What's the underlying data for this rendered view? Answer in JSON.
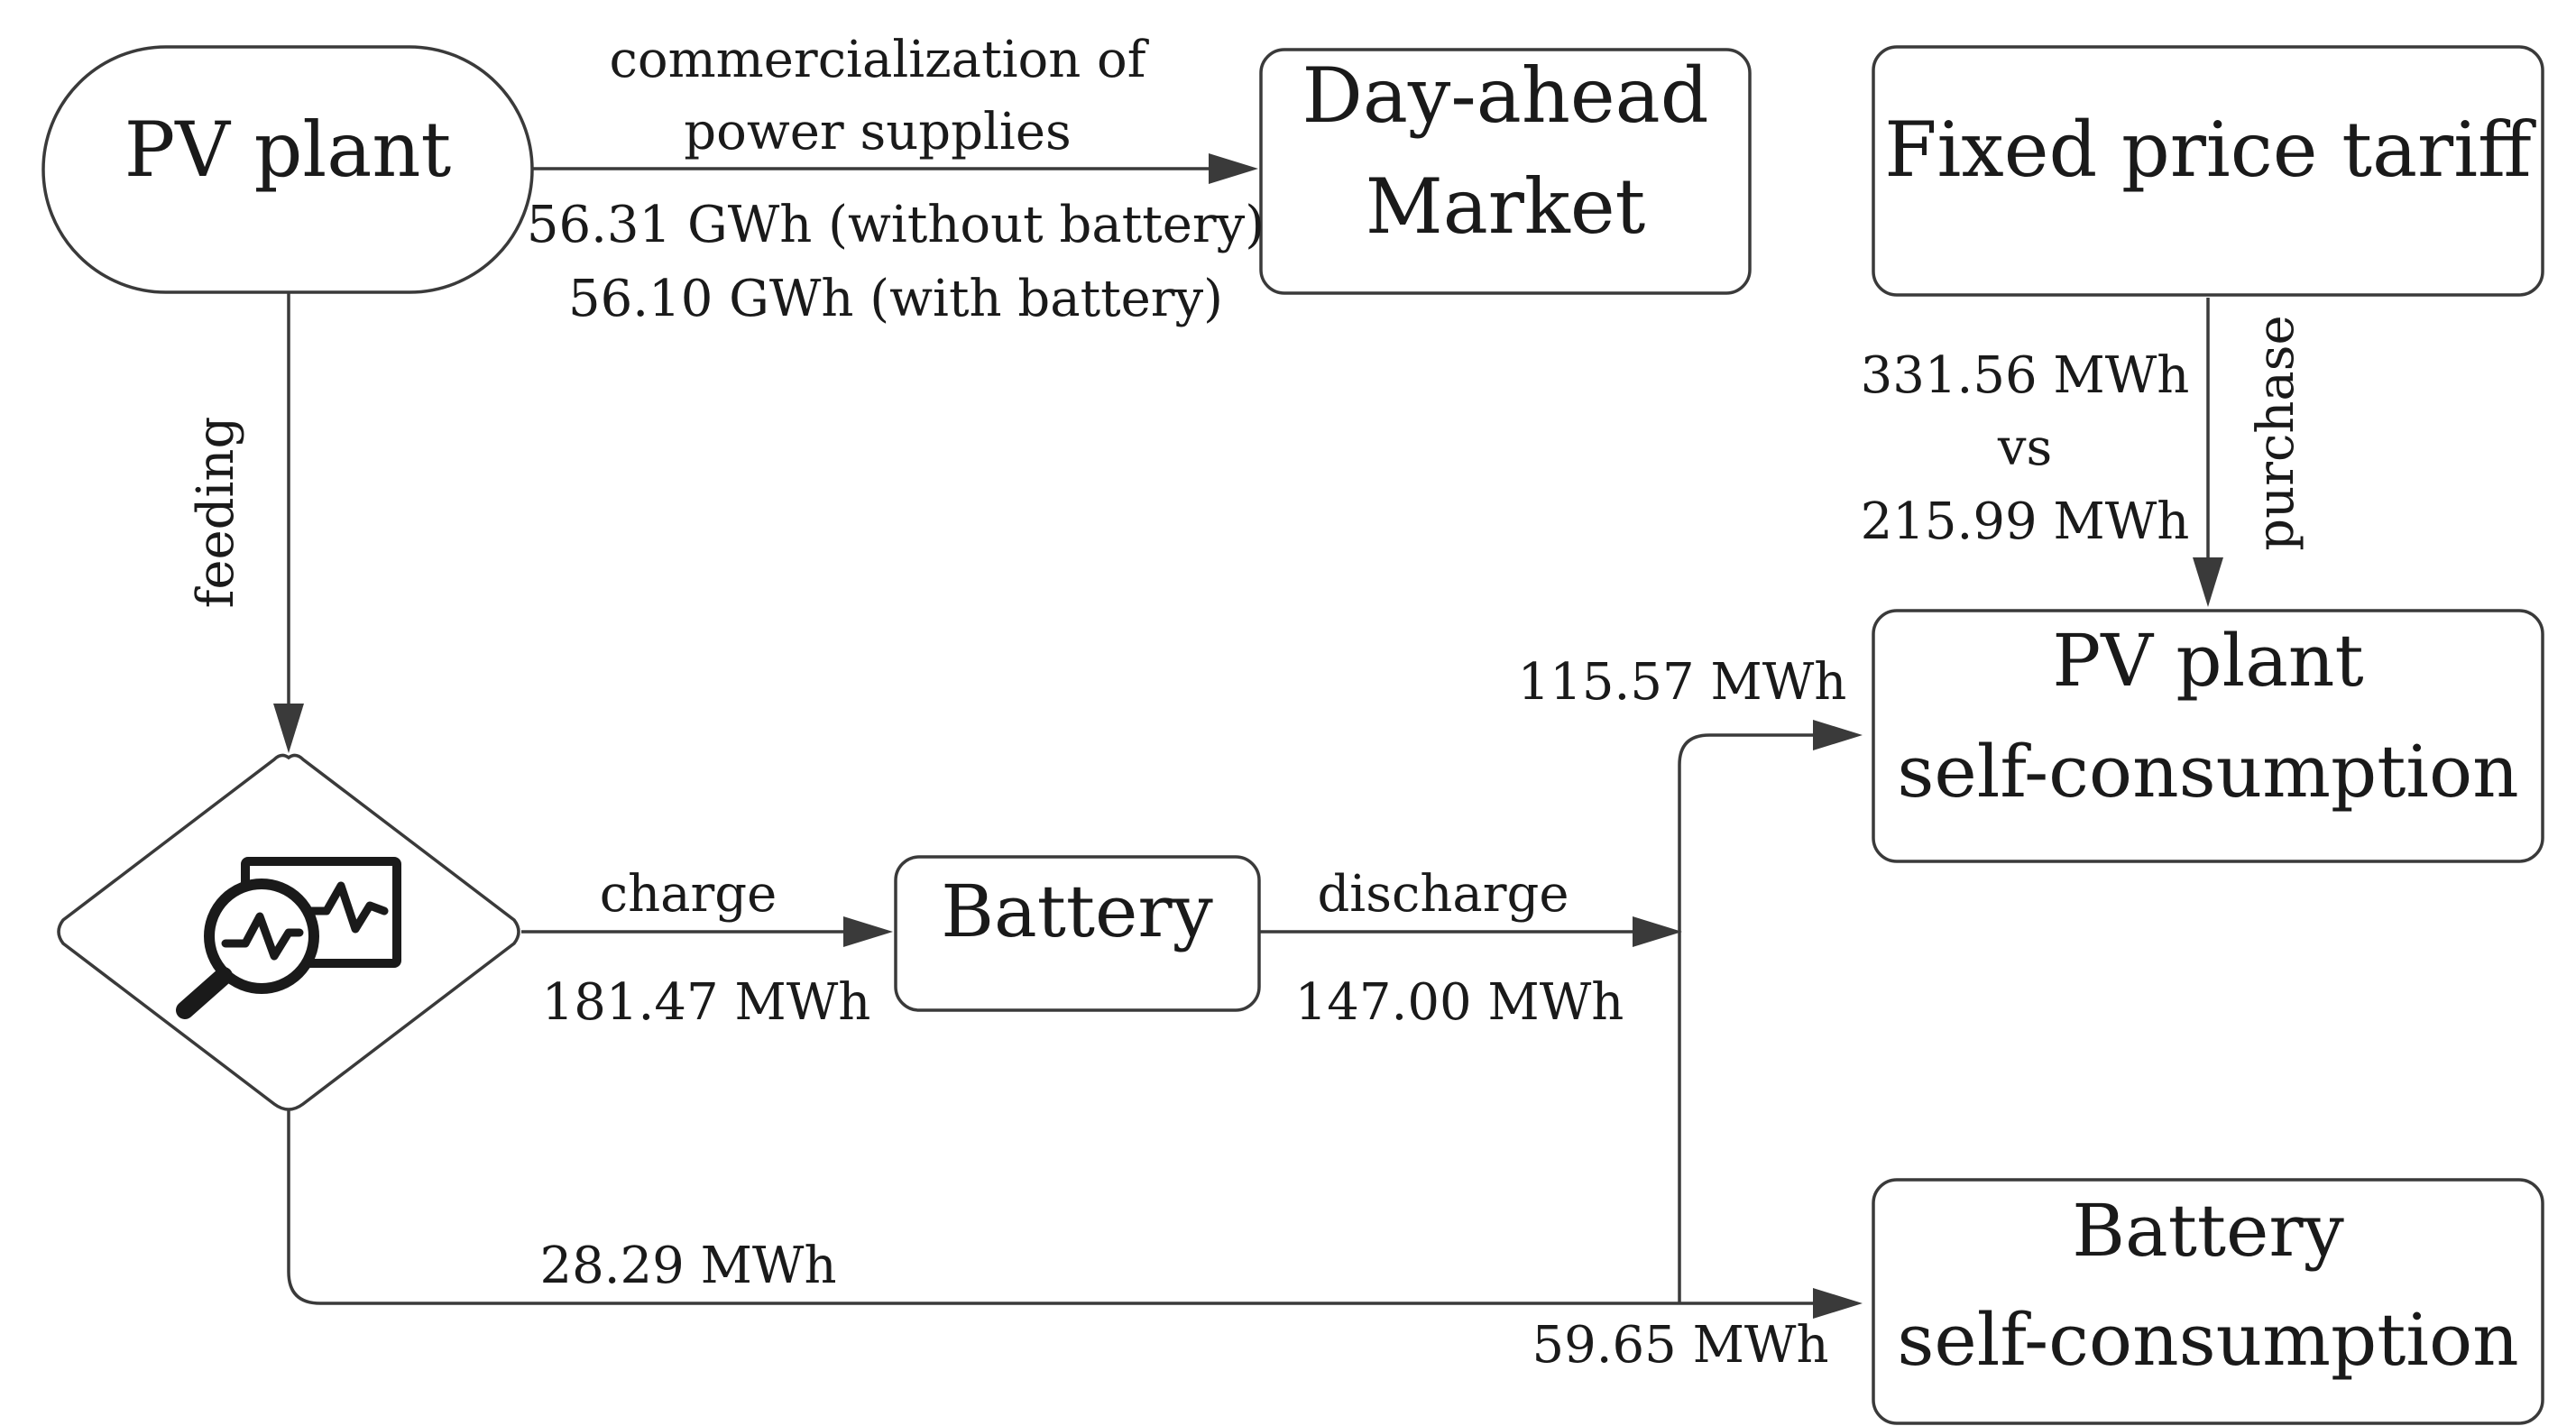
{
  "nodes": {
    "pv_plant": "PV plant",
    "day_ahead": [
      "Day-ahead",
      "Market"
    ],
    "fixed_tariff": "Fixed price tariff",
    "battery": "Battery",
    "pv_self": [
      "PV plant",
      "self-consumption"
    ],
    "battery_self": [
      "Battery",
      "self-consumption"
    ]
  },
  "edges": {
    "commercialization": [
      "commercialization of",
      "power supplies"
    ],
    "market_without_battery": "56.31 GWh (without battery)",
    "market_with_battery": "56.10 GWh (with battery)",
    "feeding": "feeding",
    "charge": "charge",
    "charge_value": "181.47 MWh",
    "discharge": "discharge",
    "discharge_value": "147.00 MWh",
    "to_pv_self": "115.57 MWh",
    "direct_value": "28.29 MWh",
    "to_battery_self": "59.65 MWh",
    "purchase": "purchase",
    "purchase_values": [
      "331.56 MWh",
      "vs",
      "215.99 MWh"
    ]
  },
  "icons": {
    "controller": "monitoring-analysis-icon"
  },
  "colors": {
    "stroke": "#3a3a3a",
    "text": "#1a1a1a"
  }
}
